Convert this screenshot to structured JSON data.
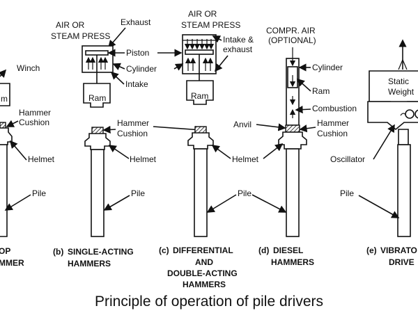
{
  "labels": {
    "winch": "Winch",
    "ram_a": "m",
    "hammer_cushion_a1": "Hammer",
    "hammer_cushion_a2": "Cushion",
    "helmet_a": "Helmet",
    "pile_a": "Pile",
    "air_b1": "AIR OR",
    "air_b2": "STEAM PRESS",
    "exhaust_b": "Exhaust",
    "piston_b": "Piston",
    "cylinder_b": "Cylinder",
    "intake_b": "Intake",
    "ram_b": "Ram",
    "hammer_cushion_b1": "Hammer",
    "hammer_cushion_b2": "Cushion",
    "helmet_b": "Helmet",
    "pile_b": "Pile",
    "air_c1": "AIR OR",
    "air_c2": "STEAM PRESS",
    "intake_exhaust_c1": "Intake &",
    "intake_exhaust_c2": "exhaust",
    "ram_c": "Ram",
    "helmet_c": "Helmet",
    "pile_c": "Pile",
    "compr_d1": "COMPR. AIR",
    "compr_d2": "(OPTIONAL)",
    "cylinder_d": "Cylinder",
    "ram_d": "Ram",
    "combustion_d": "Combustion",
    "anvil_d": "Anvil",
    "hammer_cushion_d1": "Hammer",
    "hammer_cushion_d2": "Cushion",
    "static_weight_e1": "Static",
    "static_weight_e2": "Weight",
    "oscillator_e": "Oscillator",
    "pile_e": "Pile"
  },
  "captions": {
    "a_1": "OP",
    "a_2": "MMER",
    "b_letter": "(b)",
    "b_1": "SINGLE-ACTING",
    "b_2": "HAMMERS",
    "c_letter": "(c)",
    "c_1": "DIFFERENTIAL",
    "c_2": "AND",
    "c_3": "DOUBLE-ACTING",
    "c_4": "HAMMERS",
    "d_letter": "(d)",
    "d_1": "DIESEL",
    "d_2": "HAMMERS",
    "e_letter": "(e)",
    "e_1": "VIBRATO",
    "e_2": "DRIVE"
  },
  "title": "Principle of operation of pile drivers"
}
